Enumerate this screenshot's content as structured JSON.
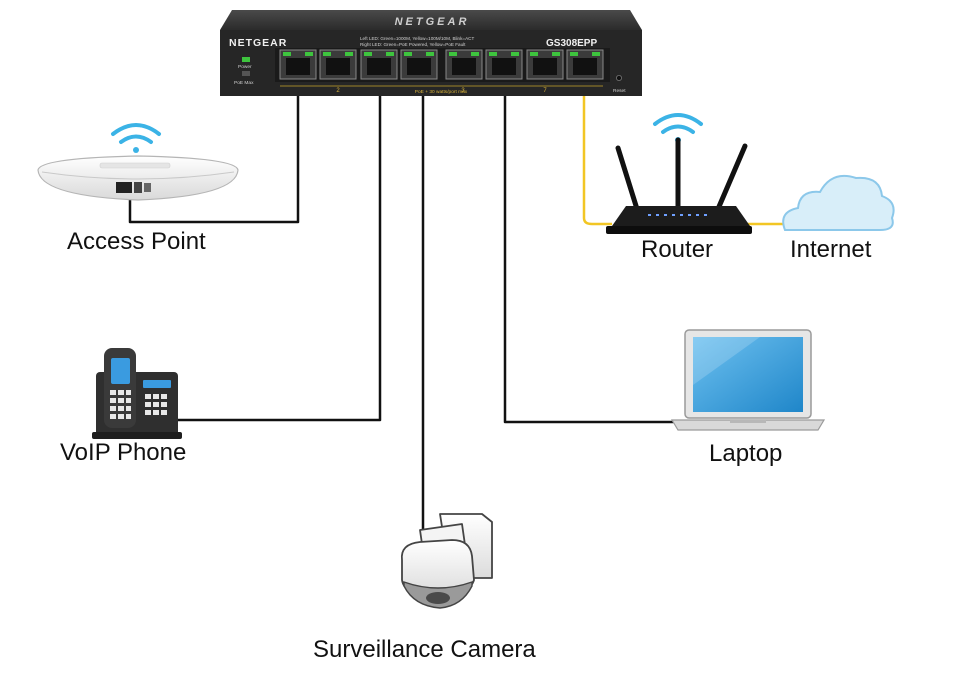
{
  "switch": {
    "brand_top": "NETGEAR",
    "brand_front": "NETGEAR",
    "model": "GS308EPP",
    "led_legend_line1": "Left LED: Green=1000M, Yellow=100M/10M, Blink=ACT",
    "led_legend_line2": "Right LED: Green=PoE Powered, Yellow=PoE Fault",
    "power_label": "Power",
    "poe_max_label": "PoE Max",
    "reset_label": "Reset",
    "poe_budget_label": "PoE + 30 watts/port max",
    "port_numbers": [
      "2",
      "3",
      "7"
    ]
  },
  "devices": {
    "access_point": "Access Point",
    "router": "Router",
    "internet": "Internet",
    "voip_phone": "VoIP Phone",
    "laptop": "Laptop",
    "camera": "Surveillance Camera"
  },
  "colors": {
    "cable": "#111111",
    "uplink_cable": "#f2c624",
    "wifi": "#3bb3e6",
    "switch_body": "#2a2a2a",
    "port_led": "#3ec43e",
    "cloud_fill": "#d8eef9",
    "laptop_screen": "#4aa8e0"
  },
  "icons": [
    "wifi-icon",
    "cloud-icon",
    "access-point-icon",
    "router-icon",
    "phone-icon",
    "laptop-icon",
    "camera-icon",
    "network-switch-icon"
  ]
}
